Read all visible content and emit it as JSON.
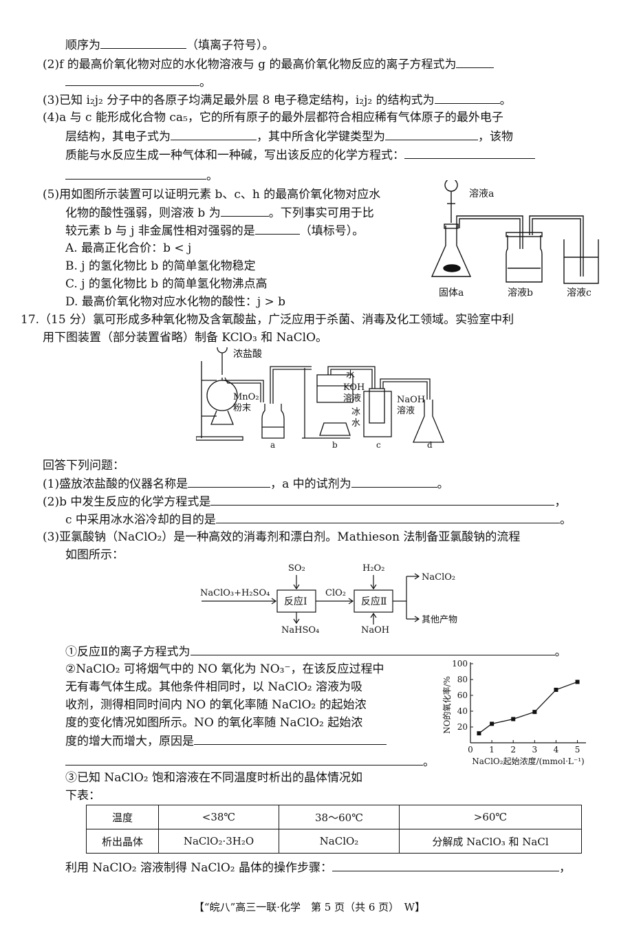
{
  "lines": {
    "l01": "顺序为",
    "l01b": "（填离子符号）。",
    "l02": "(2)f 的最高价氧化物对应的水化物溶液与 g 的最高价氧化物反应的离子方程式为",
    "l03": "。",
    "l04": "(3)已知 i₂j₂ 分子中的各原子均满足最外层 8 电子稳定结构，i₂j₂ 的结构式为",
    "l04b": "。",
    "l05": "(4)a 与 c 能形成化合物 ca₅，它的所有原子的最外层都符合相应稀有气体原子的最外电子",
    "l06": "层结构，其电子式为",
    "l06b": "，其中所含化学键类型为",
    "l06c": "，该物",
    "l07": "质能与水反应生成一种气体和一种碱，写出该反应的化学方程式：",
    "l08": "。",
    "l09": "(5)用如图所示装置可以证明元素 b、c、h 的最高价氧化物对应水",
    "l10": "化物的酸性强弱，则溶液 b 为",
    "l10b": "。下列事实可用于比",
    "l11": "较元素 b 与 j 非金属性相对强弱的是",
    "l11b": "（填标号）。",
    "l12": "A. 最高正化合价：b < j",
    "l13": "B. j 的氢化物比 b 的简单氢化物稳定",
    "l14": "C. j 的氢化物比 b 的简单氢化物沸点高",
    "l15": "D. 最高价氧化物对应水化物的酸性：j > b",
    "l16": "17.（15 分）氯可形成多种氧化物及含氧酸盐，广泛应用于杀菌、消毒及化工领域。实验室中利",
    "l17": "用下图装置（部分装置省略）制备 KClO₃ 和 NaClO。",
    "l18": "回答下列问题：",
    "l19": "(1)盛放浓盐酸的仪器名称是",
    "l19b": "，a 中的试剂为",
    "l19c": "。",
    "l20": "(2)b 中发生反应的化学方程式是",
    "l20b": "，",
    "l21": "c 中采用冰水浴冷却的目的是",
    "l21b": "。",
    "l22": "(3)亚氯酸钠（NaClO₂）是一种高效的消毒剂和漂白剂。Mathieson 法制备亚氯酸钠的流程",
    "l23": "如图所示：",
    "l24": "①反应Ⅱ的离子方程式为",
    "l24b": "。",
    "l25": "②NaClO₂ 可将烟气中的 NO 氧化为 NO₃⁻，在该反应过程中",
    "l26": "无有毒气体生成。其他条件相同时，以 NaClO₂ 溶液为吸",
    "l27": "收剂，测得相同时间内 NO 的氧化率随 NaClO₂ 的起始浓",
    "l28": "度的变化情况如图所示。NO 的氧化率随 NaClO₂ 起始浓",
    "l29": "度的增大而增大，原因是",
    "l30": "。",
    "l31": "③已知 NaClO₂ 饱和溶液在不同温度时析出的晶体情况如",
    "l32": "下表：",
    "l33": "利用 NaClO₂ 溶液制得 NaClO₂ 晶体的操作步骤：",
    "l33b": "，"
  },
  "fig1": {
    "solution_a": "溶液a",
    "solid_a": "固体a",
    "solution_b": "溶液b",
    "solution_c": "溶液c"
  },
  "fig2": {
    "conc_hcl": "浓盐酸",
    "mno2": "MnO₂",
    "powder": "粉末",
    "water": "水",
    "koh": "KOH",
    "koh_sol": "溶液",
    "ice": "冰",
    "ice_water": "水",
    "naoh": "NaOH",
    "naoh_sol": "溶液",
    "a": "a",
    "b": "b",
    "c": "c",
    "d": "d"
  },
  "flow": {
    "input": "NaClO₃+H₂SO₄",
    "so2": "SO₂",
    "nahso4": "NaHSO₄",
    "r1": "反应Ⅰ",
    "clo2": "ClO₂",
    "h2o2": "H₂O₂",
    "naoh": "NaOH",
    "r2": "反应Ⅱ",
    "naclo2": "NaClO₂",
    "other": "其他产物"
  },
  "chart_data": {
    "type": "line",
    "x": [
      0.4,
      1,
      2,
      3,
      4,
      5
    ],
    "y": [
      12,
      24,
      30,
      39,
      67,
      77
    ],
    "xlim": [
      0,
      5.4
    ],
    "ylim": [
      0,
      100
    ],
    "xticks": [
      "0",
      "1",
      "2",
      "3",
      "4",
      "5"
    ],
    "yticks": [
      "20",
      "40",
      "60",
      "80",
      "100"
    ],
    "xlabel": "NaClO₂起始浓度/(mmol·L⁻¹)",
    "ylabel": "NO的氧化率/%"
  },
  "table": {
    "headers": [
      "温度",
      "<38℃",
      "38～60℃",
      ">60℃"
    ],
    "row": [
      "析出晶体",
      "NaClO₂·3H₂O",
      "NaClO₂",
      "分解成 NaClO₃ 和 NaCl"
    ]
  },
  "footer": "【“皖八”高三一联·化学　第 5 页（共 6 页）　W】"
}
